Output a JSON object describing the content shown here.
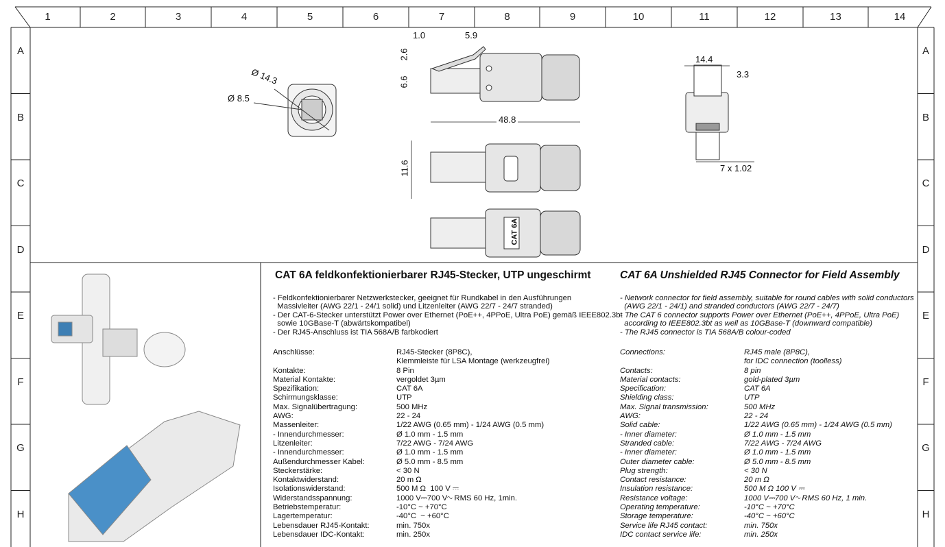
{
  "grid": {
    "columns": [
      "1",
      "2",
      "3",
      "4",
      "5",
      "6",
      "7",
      "8",
      "9",
      "10",
      "11",
      "12",
      "13",
      "14"
    ],
    "rows": [
      "A",
      "B",
      "C",
      "D",
      "E",
      "F",
      "G",
      "H"
    ]
  },
  "drawing": {
    "dims": {
      "dia_outer": "Ø 14.3",
      "dia_inner": "Ø 8.5",
      "d1": "1.0",
      "d2": "5.9",
      "d3": "2.6",
      "d4": "6.6",
      "length": "48.8",
      "height": "11.6",
      "width": "14.4",
      "d5": "3.3",
      "pitch": "7 x 1.02"
    },
    "part_label": "CAT 6A"
  },
  "de": {
    "title": "CAT 6A feldkonfektionierbarer RJ45-Stecker, UTP ungeschirmt",
    "bullets": "- Feldkonfektionierbarer Netzwerkstecker, geeignet für Rundkabel in den Ausführungen\n  Massivleiter (AWG 22/1 - 24/1 solid) und Litzenleiter (AWG 22/7 - 24/7 stranded)\n- Der CAT-6-Stecker unterstützt Power over Ethernet (PoE++, 4PPoE, Ultra PoE) gemäß IEEE802.3bt\n  sowie 10GBase-T (abwärtskompatibel)\n- Der RJ45-Anschluss ist TIA 568A/B farbkodiert",
    "specs": [
      {
        "label": "Anschlüsse:",
        "value": "RJ45-Stecker (8P8C),\nKlemmleiste für LSA Montage (werkzeugfrei)",
        "gap": true
      },
      {
        "label": "Kontakte:",
        "value": "8 Pin"
      },
      {
        "label": "Material Kontakte:",
        "value": "vergoldet 3µm"
      },
      {
        "label": "Spezifikation:",
        "value": "CAT 6A"
      },
      {
        "label": "Schirmungsklasse:",
        "value": "UTP"
      },
      {
        "label": "Max. Signalübertragung:",
        "value": "500 MHz"
      },
      {
        "label": "AWG:",
        "value": "22 - 24"
      },
      {
        "label": "Massenleiter:",
        "value": "1/22 AWG (0.65 mm) - 1/24 AWG (0.5 mm)"
      },
      {
        "label": "- Innendurchmesser:",
        "value": "Ø 1.0 mm - 1.5 mm"
      },
      {
        "label": "Litzenleiter:",
        "value": "7/22 AWG - 7/24 AWG"
      },
      {
        "label": "- Innendurchmesser:",
        "value": "Ø 1.0 mm - 1.5 mm"
      },
      {
        "label": "Außendurchmesser Kabel:",
        "value": "Ø 5.0 mm - 8.5 mm"
      },
      {
        "label": "Steckerstärke:",
        "value": "< 30 N"
      },
      {
        "label": "Kontaktwiderstand:",
        "value": "20 m Ω"
      },
      {
        "label": "Isolationswiderstand:",
        "value": "500 M Ω  100 V ⎓"
      },
      {
        "label": "Widerstandsspannung:",
        "value": "1000 V⎓700 V∿ RMS 60 Hz, 1min."
      },
      {
        "label": "Betriebstemperatur:",
        "value": "-10°C ~ +70°C"
      },
      {
        "label": "Lagertemperatur:",
        "value": "-40°C  ~ +60°C"
      },
      {
        "label": "Lebensdauer RJ45-Kontakt:",
        "value": "min. 750x"
      },
      {
        "label": "Lebensdauer IDC-Kontakt:",
        "value": "min. 250x"
      }
    ]
  },
  "en": {
    "title": "CAT 6A Unshielded RJ45 Connector for Field Assembly",
    "bullets": "- Network connector for field assembly, suitable for round cables with solid conductors\n  (AWG 22/1 - 24/1) and stranded conductors (AWG 22/7 - 24/7)\n- The CAT 6 connector supports Power over Ethernet (PoE++, 4PPoE, Ultra PoE)\n  according to IEEE802.3bt as well as 10GBase-T (downward compatible)\n- The RJ45 connector is TIA 568A/B colour-coded",
    "specs": [
      {
        "label": "Connections:",
        "value": "RJ45 male (8P8C),\nfor IDC connection (toolless)",
        "gap": true
      },
      {
        "label": "Contacts:",
        "value": "8 pin"
      },
      {
        "label": "Material contacts:",
        "value": "gold-plated 3µm"
      },
      {
        "label": "Specification:",
        "value": "CAT 6A"
      },
      {
        "label": "Shielding class:",
        "value": "UTP"
      },
      {
        "label": "Max. Signal transmission:",
        "value": "500 MHz"
      },
      {
        "label": "AWG:",
        "value": "22 - 24"
      },
      {
        "label": "Solid cable:",
        "value": "1/22 AWG (0.65 mm) - 1/24 AWG (0.5 mm)"
      },
      {
        "label": "- Inner diameter:",
        "value": "Ø 1.0 mm - 1.5 mm"
      },
      {
        "label": "Stranded cable:",
        "value": "7/22 AWG - 7/24 AWG"
      },
      {
        "label": "- Inner diameter:",
        "value": "Ø 1.0 mm - 1.5 mm"
      },
      {
        "label": "Outer diameter cable:",
        "value": "Ø 5.0 mm - 8.5 mm"
      },
      {
        "label": "Plug strength:",
        "value": "< 30 N"
      },
      {
        "label": "Contact resistance:",
        "value": "20 m Ω"
      },
      {
        "label": "Insulation resistance:",
        "value": "500 M Ω 100 V ⎓"
      },
      {
        "label": "Resistance voltage:",
        "value": "1000 V⎓700 V∿ RMS 60 Hz, 1 min."
      },
      {
        "label": "Operating temperature:",
        "value": "-10°C ~ +70°C"
      },
      {
        "label": "Storage temperature:",
        "value": "-40°C ~ +60°C"
      },
      {
        "label": "Service life RJ45 contact:",
        "value": "min. 750x"
      },
      {
        "label": "IDC contact service life:",
        "value": "min. 250x"
      }
    ]
  }
}
